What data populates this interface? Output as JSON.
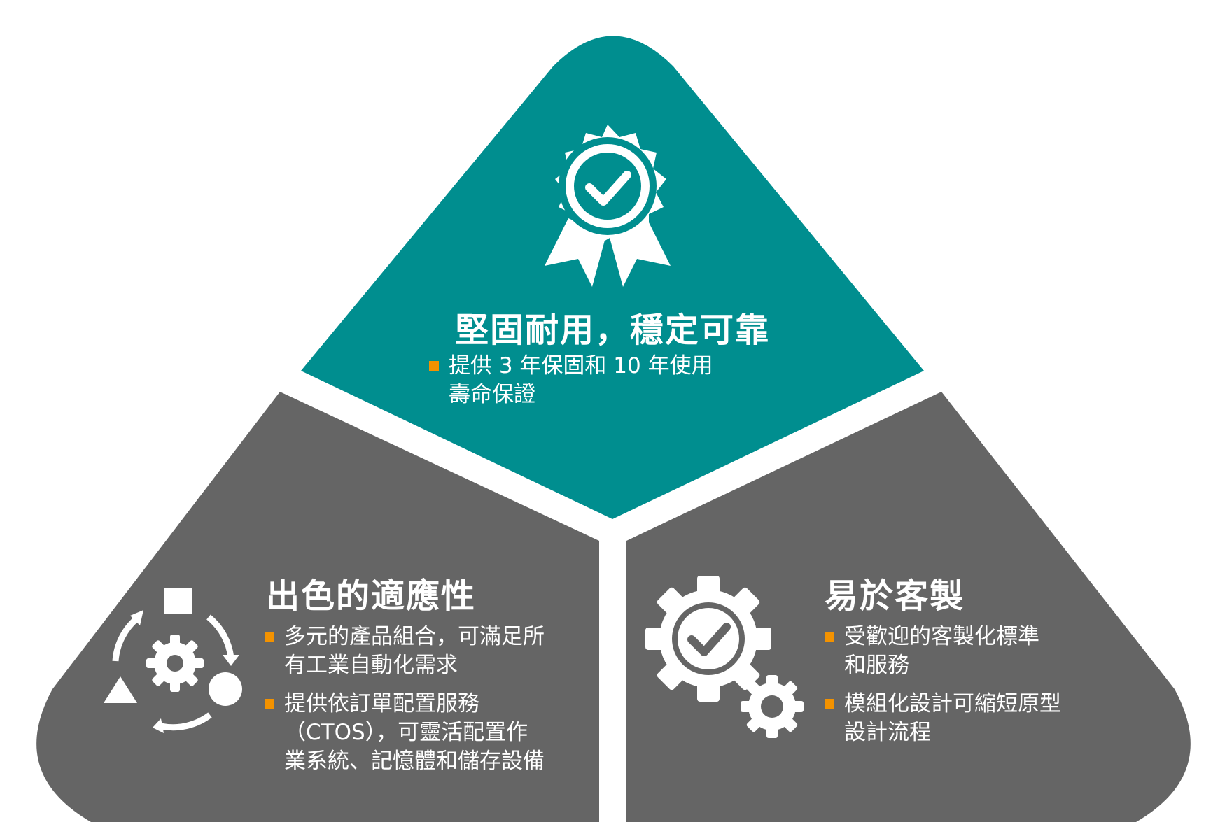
{
  "colors": {
    "top": "#008e8f",
    "bottom": "#656565",
    "bullet": "#f39200",
    "text": "#ffffff",
    "background": "#ffffff"
  },
  "top": {
    "title": "堅固耐用，穩定可靠",
    "icon": "award-badge-check-icon",
    "bullets": [
      {
        "lines": [
          "提供 3 年保固和 10 年使用",
          "壽命保證"
        ]
      }
    ]
  },
  "left": {
    "title": "出色的適應性",
    "icon": "adaptive-cycle-icon",
    "bullets": [
      {
        "lines": [
          "多元的產品組合，可滿足所",
          "有工業自動化需求"
        ]
      },
      {
        "lines": [
          "提供依訂單配置服務",
          "（CTOS），可靈活配置作",
          "業系統、記憶體和儲存設備"
        ]
      }
    ]
  },
  "right": {
    "title": "易於客製",
    "icon": "gears-check-icon",
    "bullets": [
      {
        "lines": [
          "受歡迎的客製化標準",
          "和服務"
        ]
      },
      {
        "lines": [
          "模組化設計可縮短原型",
          "設計流程"
        ]
      }
    ]
  }
}
